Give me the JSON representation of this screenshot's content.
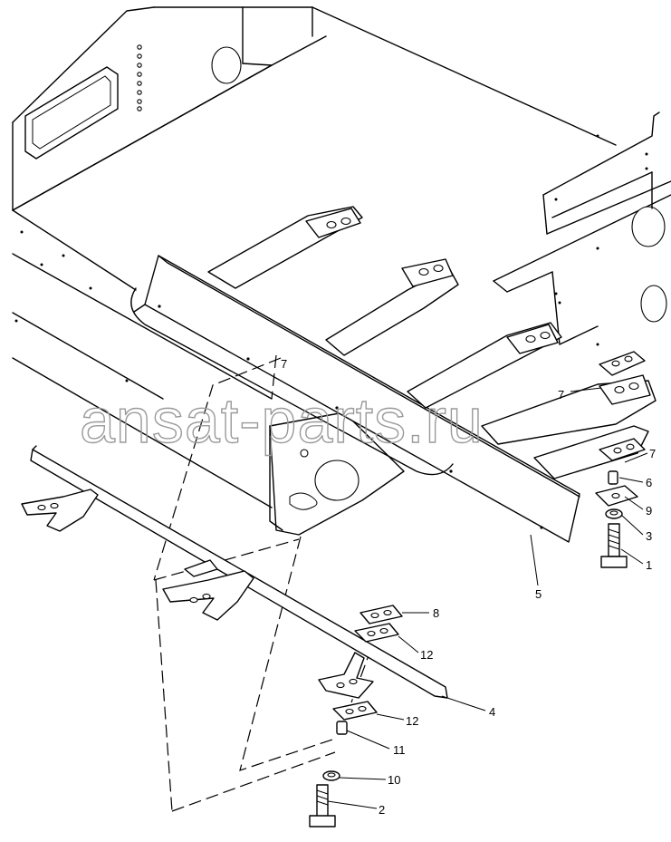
{
  "watermark": "ansat-parts.ru",
  "callouts": [
    {
      "id": "c7a",
      "label": "7"
    },
    {
      "id": "c7b",
      "label": "7"
    },
    {
      "id": "c6",
      "label": "6"
    },
    {
      "id": "c9",
      "label": "9"
    },
    {
      "id": "c3",
      "label": "3"
    },
    {
      "id": "c1",
      "label": "1"
    },
    {
      "id": "c5",
      "label": "5"
    },
    {
      "id": "c8",
      "label": "8"
    },
    {
      "id": "c12a",
      "label": "12"
    },
    {
      "id": "c4",
      "label": "4"
    },
    {
      "id": "c12b",
      "label": "12"
    },
    {
      "id": "c11",
      "label": "11"
    },
    {
      "id": "c10",
      "label": "10"
    },
    {
      "id": "c2",
      "label": "2"
    },
    {
      "id": "c7c",
      "label": "7"
    }
  ],
  "colors": {
    "line": "#000000",
    "watermark": "#9a9a9a",
    "background": "#ffffff"
  }
}
